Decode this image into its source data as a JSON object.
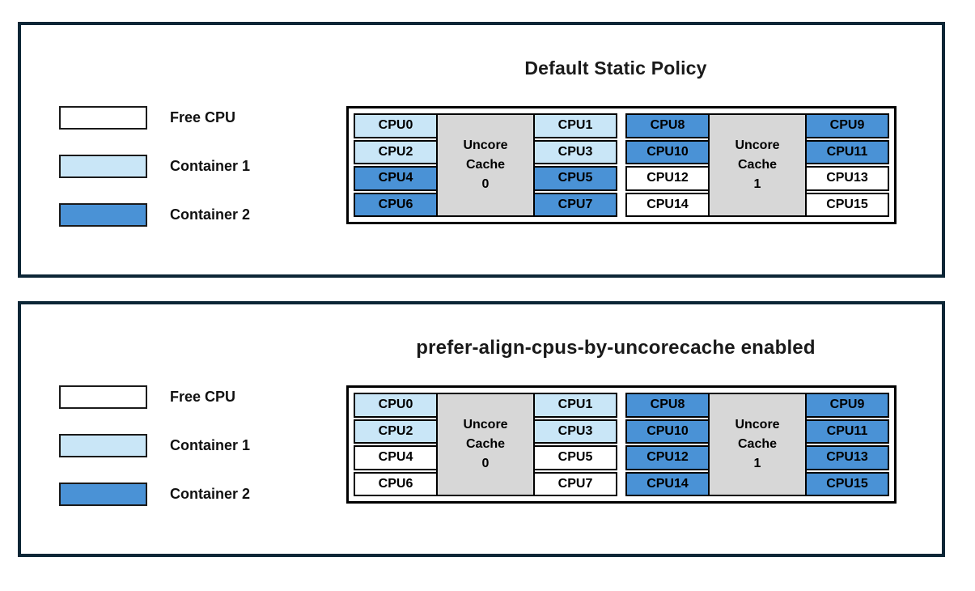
{
  "colors": {
    "free_cpu": "#ffffff",
    "container1": "#c9e6f7",
    "container2": "#4a92d6",
    "uncore_cache": "#d7d7d7",
    "panel_border": "#0c2636",
    "cell_border": "#000000"
  },
  "legend": {
    "items": [
      {
        "label": "Free CPU",
        "state": "free_cpu"
      },
      {
        "label": "Container 1",
        "state": "container1"
      },
      {
        "label": "Container 2",
        "state": "container2"
      }
    ]
  },
  "panels": [
    {
      "title": "Default Static Policy",
      "groups": [
        {
          "cache_label": "Uncore Cache 0",
          "cache_label_lines": [
            "Uncore",
            "Cache",
            "0"
          ],
          "left_cpus": [
            {
              "label": "CPU0",
              "state": "container1"
            },
            {
              "label": "CPU2",
              "state": "container1"
            },
            {
              "label": "CPU4",
              "state": "container2"
            },
            {
              "label": "CPU6",
              "state": "container2"
            }
          ],
          "right_cpus": [
            {
              "label": "CPU1",
              "state": "container1"
            },
            {
              "label": "CPU3",
              "state": "container1"
            },
            {
              "label": "CPU5",
              "state": "container2"
            },
            {
              "label": "CPU7",
              "state": "container2"
            }
          ]
        },
        {
          "cache_label": "Uncore Cache 1",
          "cache_label_lines": [
            "Uncore",
            "Cache",
            "1"
          ],
          "left_cpus": [
            {
              "label": "CPU8",
              "state": "container2"
            },
            {
              "label": "CPU10",
              "state": "container2"
            },
            {
              "label": "CPU12",
              "state": "free_cpu"
            },
            {
              "label": "CPU14",
              "state": "free_cpu"
            }
          ],
          "right_cpus": [
            {
              "label": "CPU9",
              "state": "container2"
            },
            {
              "label": "CPU11",
              "state": "container2"
            },
            {
              "label": "CPU13",
              "state": "free_cpu"
            },
            {
              "label": "CPU15",
              "state": "free_cpu"
            }
          ]
        }
      ]
    },
    {
      "title": "prefer-align-cpus-by-uncorecache enabled",
      "groups": [
        {
          "cache_label": "Uncore Cache 0",
          "cache_label_lines": [
            "Uncore",
            "Cache",
            "0"
          ],
          "left_cpus": [
            {
              "label": "CPU0",
              "state": "container1"
            },
            {
              "label": "CPU2",
              "state": "container1"
            },
            {
              "label": "CPU4",
              "state": "free_cpu"
            },
            {
              "label": "CPU6",
              "state": "free_cpu"
            }
          ],
          "right_cpus": [
            {
              "label": "CPU1",
              "state": "container1"
            },
            {
              "label": "CPU3",
              "state": "container1"
            },
            {
              "label": "CPU5",
              "state": "free_cpu"
            },
            {
              "label": "CPU7",
              "state": "free_cpu"
            }
          ]
        },
        {
          "cache_label": "Uncore Cache 1",
          "cache_label_lines": [
            "Uncore",
            "Cache",
            "1"
          ],
          "left_cpus": [
            {
              "label": "CPU8",
              "state": "container2"
            },
            {
              "label": "CPU10",
              "state": "container2"
            },
            {
              "label": "CPU12",
              "state": "container2"
            },
            {
              "label": "CPU14",
              "state": "container2"
            }
          ],
          "right_cpus": [
            {
              "label": "CPU9",
              "state": "container2"
            },
            {
              "label": "CPU11",
              "state": "container2"
            },
            {
              "label": "CPU13",
              "state": "container2"
            },
            {
              "label": "CPU15",
              "state": "container2"
            }
          ]
        }
      ]
    }
  ]
}
